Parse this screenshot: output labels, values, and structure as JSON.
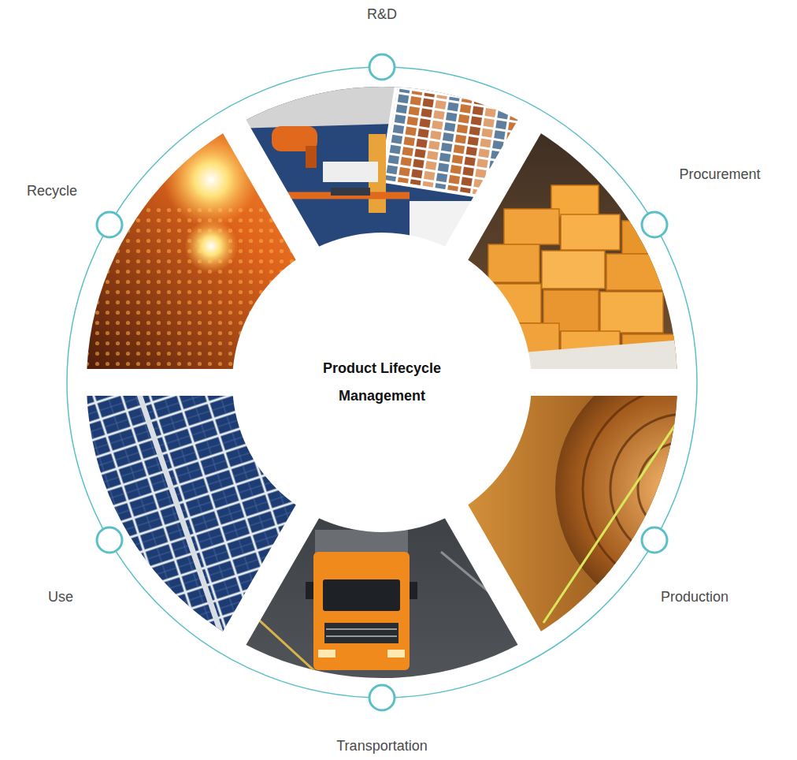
{
  "diagram": {
    "nodes": [
      {
        "text": [
          "Product Lifecycle Management"
        ]
      }
    ],
    "labels": [
      "R&D",
      "Procurement",
      "Production",
      "Transportation",
      "Use",
      "Recycle"
    ]
  }
}
